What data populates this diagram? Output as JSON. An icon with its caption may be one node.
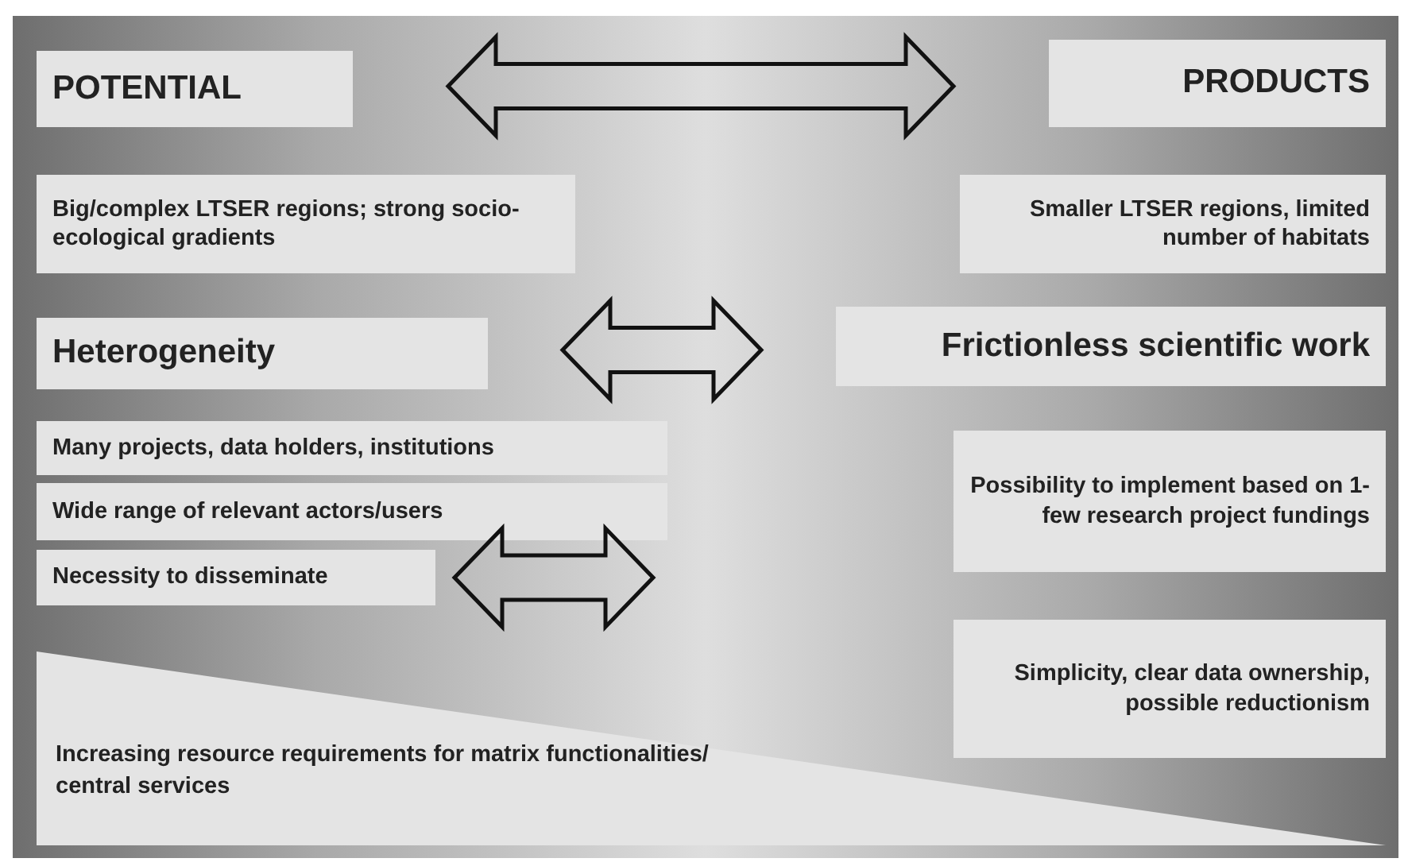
{
  "diagram": {
    "nodes": [
      {
        "text": [
          "POTENTIAL"
        ]
      },
      {
        "text": [
          "PRODUCTS"
        ]
      },
      {
        "text": [
          "Big/complex LTSER regions; strong socio-ecological gradients"
        ]
      },
      {
        "text": [
          "Smaller LTSER regions, limited number of habitats"
        ]
      },
      {
        "text": [
          "Heterogeneity"
        ]
      },
      {
        "text": [
          "Frictionless scientific work"
        ]
      },
      {
        "text": [
          "Many projects, data holders, institutions"
        ]
      },
      {
        "text": [
          "Wide range of relevant actors/users"
        ]
      },
      {
        "text": [
          "Necessity to disseminate"
        ]
      },
      {
        "text": [
          "Possibility to implement based on 1-few research project fundings"
        ]
      },
      {
        "text": [
          "Simplicity, clear data ownership, possible reductionism"
        ]
      },
      {
        "text": [
          "Increasing resource requirements for matrix functionalities/ central services"
        ]
      }
    ],
    "edges": [
      {
        "from": 0,
        "to": 1,
        "arrow": "both"
      },
      {
        "from": 4,
        "to": 5,
        "arrow": "both"
      },
      {
        "from": 8,
        "to": null,
        "arrow": "both"
      }
    ]
  }
}
